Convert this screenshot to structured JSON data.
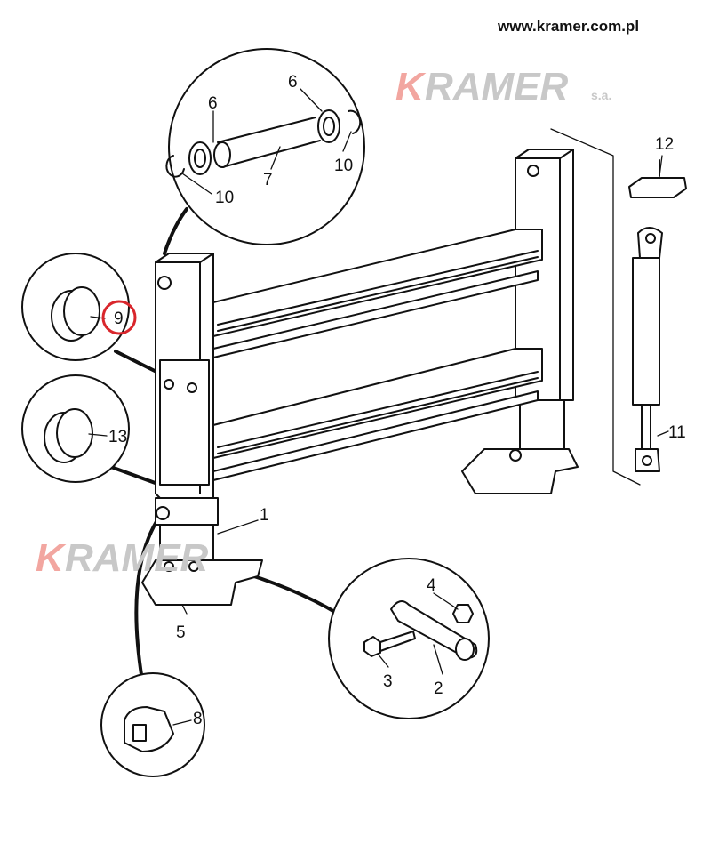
{
  "website": "www.kramer.com.pl",
  "watermark": {
    "brand": "KRAMER",
    "suffix": "s.a.",
    "k_color": "#f2a6a0",
    "text_color": "#c8c8c8"
  },
  "highlight_color": "#d9262c",
  "callouts": {
    "c1": "1",
    "c2": "2",
    "c3": "3",
    "c4": "4",
    "c5": "5",
    "c6a": "6",
    "c6b": "6",
    "c7": "7",
    "c8": "8",
    "c9": "9",
    "c10a": "10",
    "c10b": "10",
    "c11": "11",
    "c12": "12",
    "c13": "13"
  }
}
